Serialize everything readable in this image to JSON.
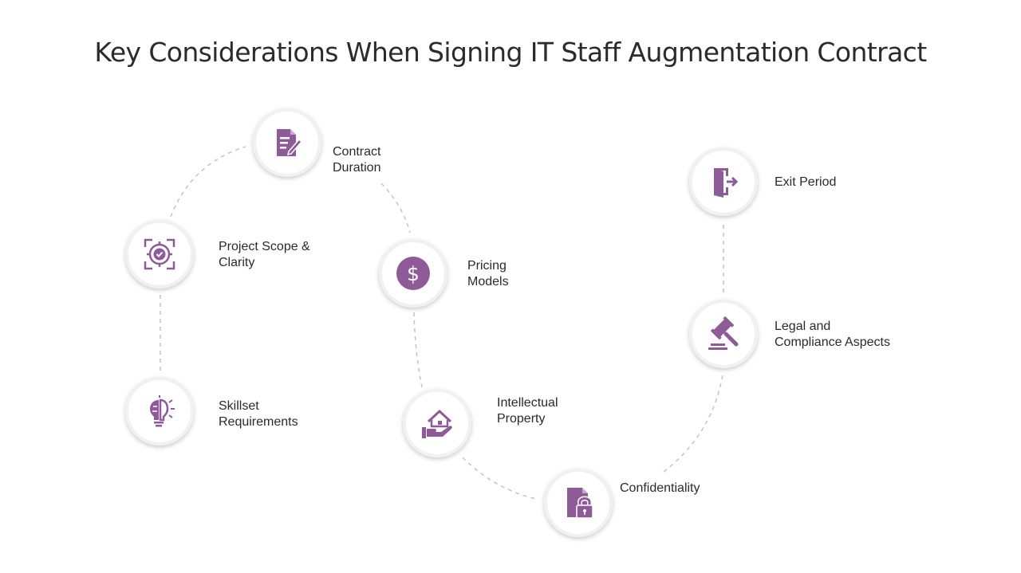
{
  "title": "Key Considerations When Signing IT Staff Augmentation Contract",
  "colors": {
    "accent": "#8f5a98",
    "text": "#2a2a2a",
    "connector": "#c4c4c4"
  },
  "nodes": [
    {
      "id": "contract-duration",
      "icon": "document-edit-icon",
      "label": [
        "Contract",
        "Duration"
      ]
    },
    {
      "id": "project-scope",
      "icon": "target-check-icon",
      "label": [
        "Project Scope &",
        "Clarity"
      ]
    },
    {
      "id": "skillset",
      "icon": "brain-bulb-icon",
      "label": [
        "Skillset",
        "Requirements"
      ]
    },
    {
      "id": "pricing",
      "icon": "dollar-icon",
      "label": [
        "Pricing",
        "Models"
      ]
    },
    {
      "id": "ip",
      "icon": "house-hand-icon",
      "label": [
        "Intellectual",
        "Property"
      ]
    },
    {
      "id": "confidentiality",
      "icon": "file-lock-icon",
      "label": [
        "Confidentiality"
      ]
    },
    {
      "id": "legal",
      "icon": "gavel-icon",
      "label": [
        "Legal and",
        "Compliance Aspects"
      ]
    },
    {
      "id": "exit",
      "icon": "exit-door-icon",
      "label": [
        "Exit Period"
      ]
    }
  ]
}
